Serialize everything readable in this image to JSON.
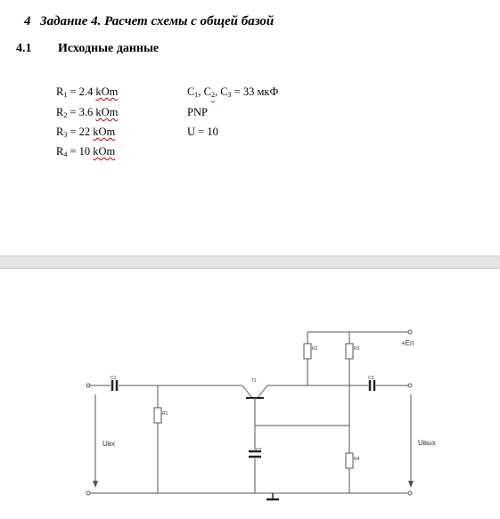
{
  "heading": {
    "number": "4",
    "text": "Задание 4. Расчет схемы с общей базой"
  },
  "subheading": {
    "number": "4.1",
    "text": "Исходные данные"
  },
  "params": {
    "r1": {
      "sym": "R",
      "sub": "1",
      "eq": " = 2.4 ",
      "unit": "kOm"
    },
    "r2": {
      "sym": "R",
      "sub": "2",
      "eq": " = 3.6 ",
      "unit": "kOm"
    },
    "r3": {
      "sym": "R",
      "sub": "3",
      "eq": " = 22 ",
      "unit": "kOm"
    },
    "r4": {
      "sym": "R",
      "sub": "4",
      "eq": " = 10 ",
      "unit": "kOm"
    },
    "c": {
      "c1": "C",
      "s1": "1",
      "sep1": ", C",
      "s2": "2",
      "sep2": ", C",
      "s3": "3",
      "eq": " = 33 мкФ"
    },
    "type": "PNP",
    "u": "U = 10"
  },
  "circuit": {
    "labels": {
      "c1": "C1",
      "c2": "C2",
      "c3": "C3",
      "r1": "R1",
      "r2": "R2",
      "r3": "R3",
      "r4": "R4",
      "t1": "T1",
      "supply": "+Еп",
      "uin": "Uвх",
      "uout": "Uвых"
    }
  },
  "colors": {
    "line": "#555555",
    "wire_dark": "#222222",
    "squiggle_red": "#cc0000",
    "squiggle_blue": "#2255cc"
  }
}
